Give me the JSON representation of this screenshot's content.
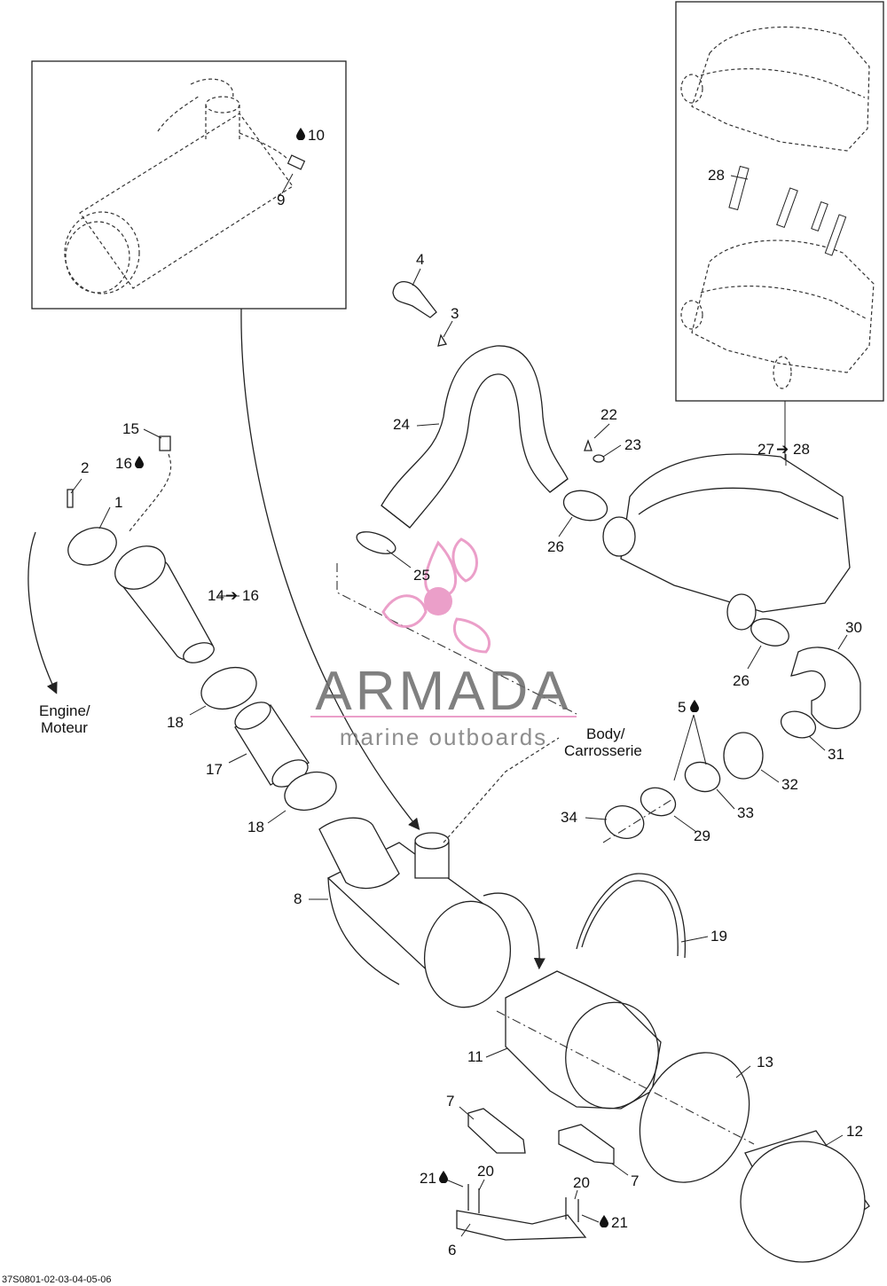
{
  "labels": {
    "p1": "1",
    "p2": "2",
    "p3": "3",
    "p4": "4",
    "p5": "5",
    "p6": "6",
    "p7a": "7",
    "p7b": "7",
    "p8": "8",
    "p9": "9",
    "p10": "10",
    "p11": "11",
    "p12": "12",
    "p13": "13",
    "p14": "14",
    "p14_to": "16",
    "p15": "15",
    "p16": "16",
    "p17": "17",
    "p18a": "18",
    "p18b": "18",
    "p19": "19",
    "p20a": "20",
    "p20b": "20",
    "p21a": "21",
    "p21b": "21",
    "p22": "22",
    "p23": "23",
    "p24": "24",
    "p25": "25",
    "p26a": "26",
    "p26b": "26",
    "p27": "27",
    "p27_to": "28",
    "p28": "28",
    "p29": "29",
    "p30": "30",
    "p31": "31",
    "p32": "32",
    "p33": "33",
    "p34": "34"
  },
  "notes": {
    "engine_line1": "Engine/",
    "engine_line2": "Moteur",
    "body_line1": "Body/",
    "body_line2": "Carrosserie"
  },
  "watermark": {
    "brand": "ARMADA",
    "tagline": "marine outboards",
    "color": "#e88fc0"
  },
  "footer_code": "37S0801-02-03-04-05-06",
  "icons": {
    "drop": "fluid-drop-icon",
    "arrow": "right-arrow-icon"
  }
}
